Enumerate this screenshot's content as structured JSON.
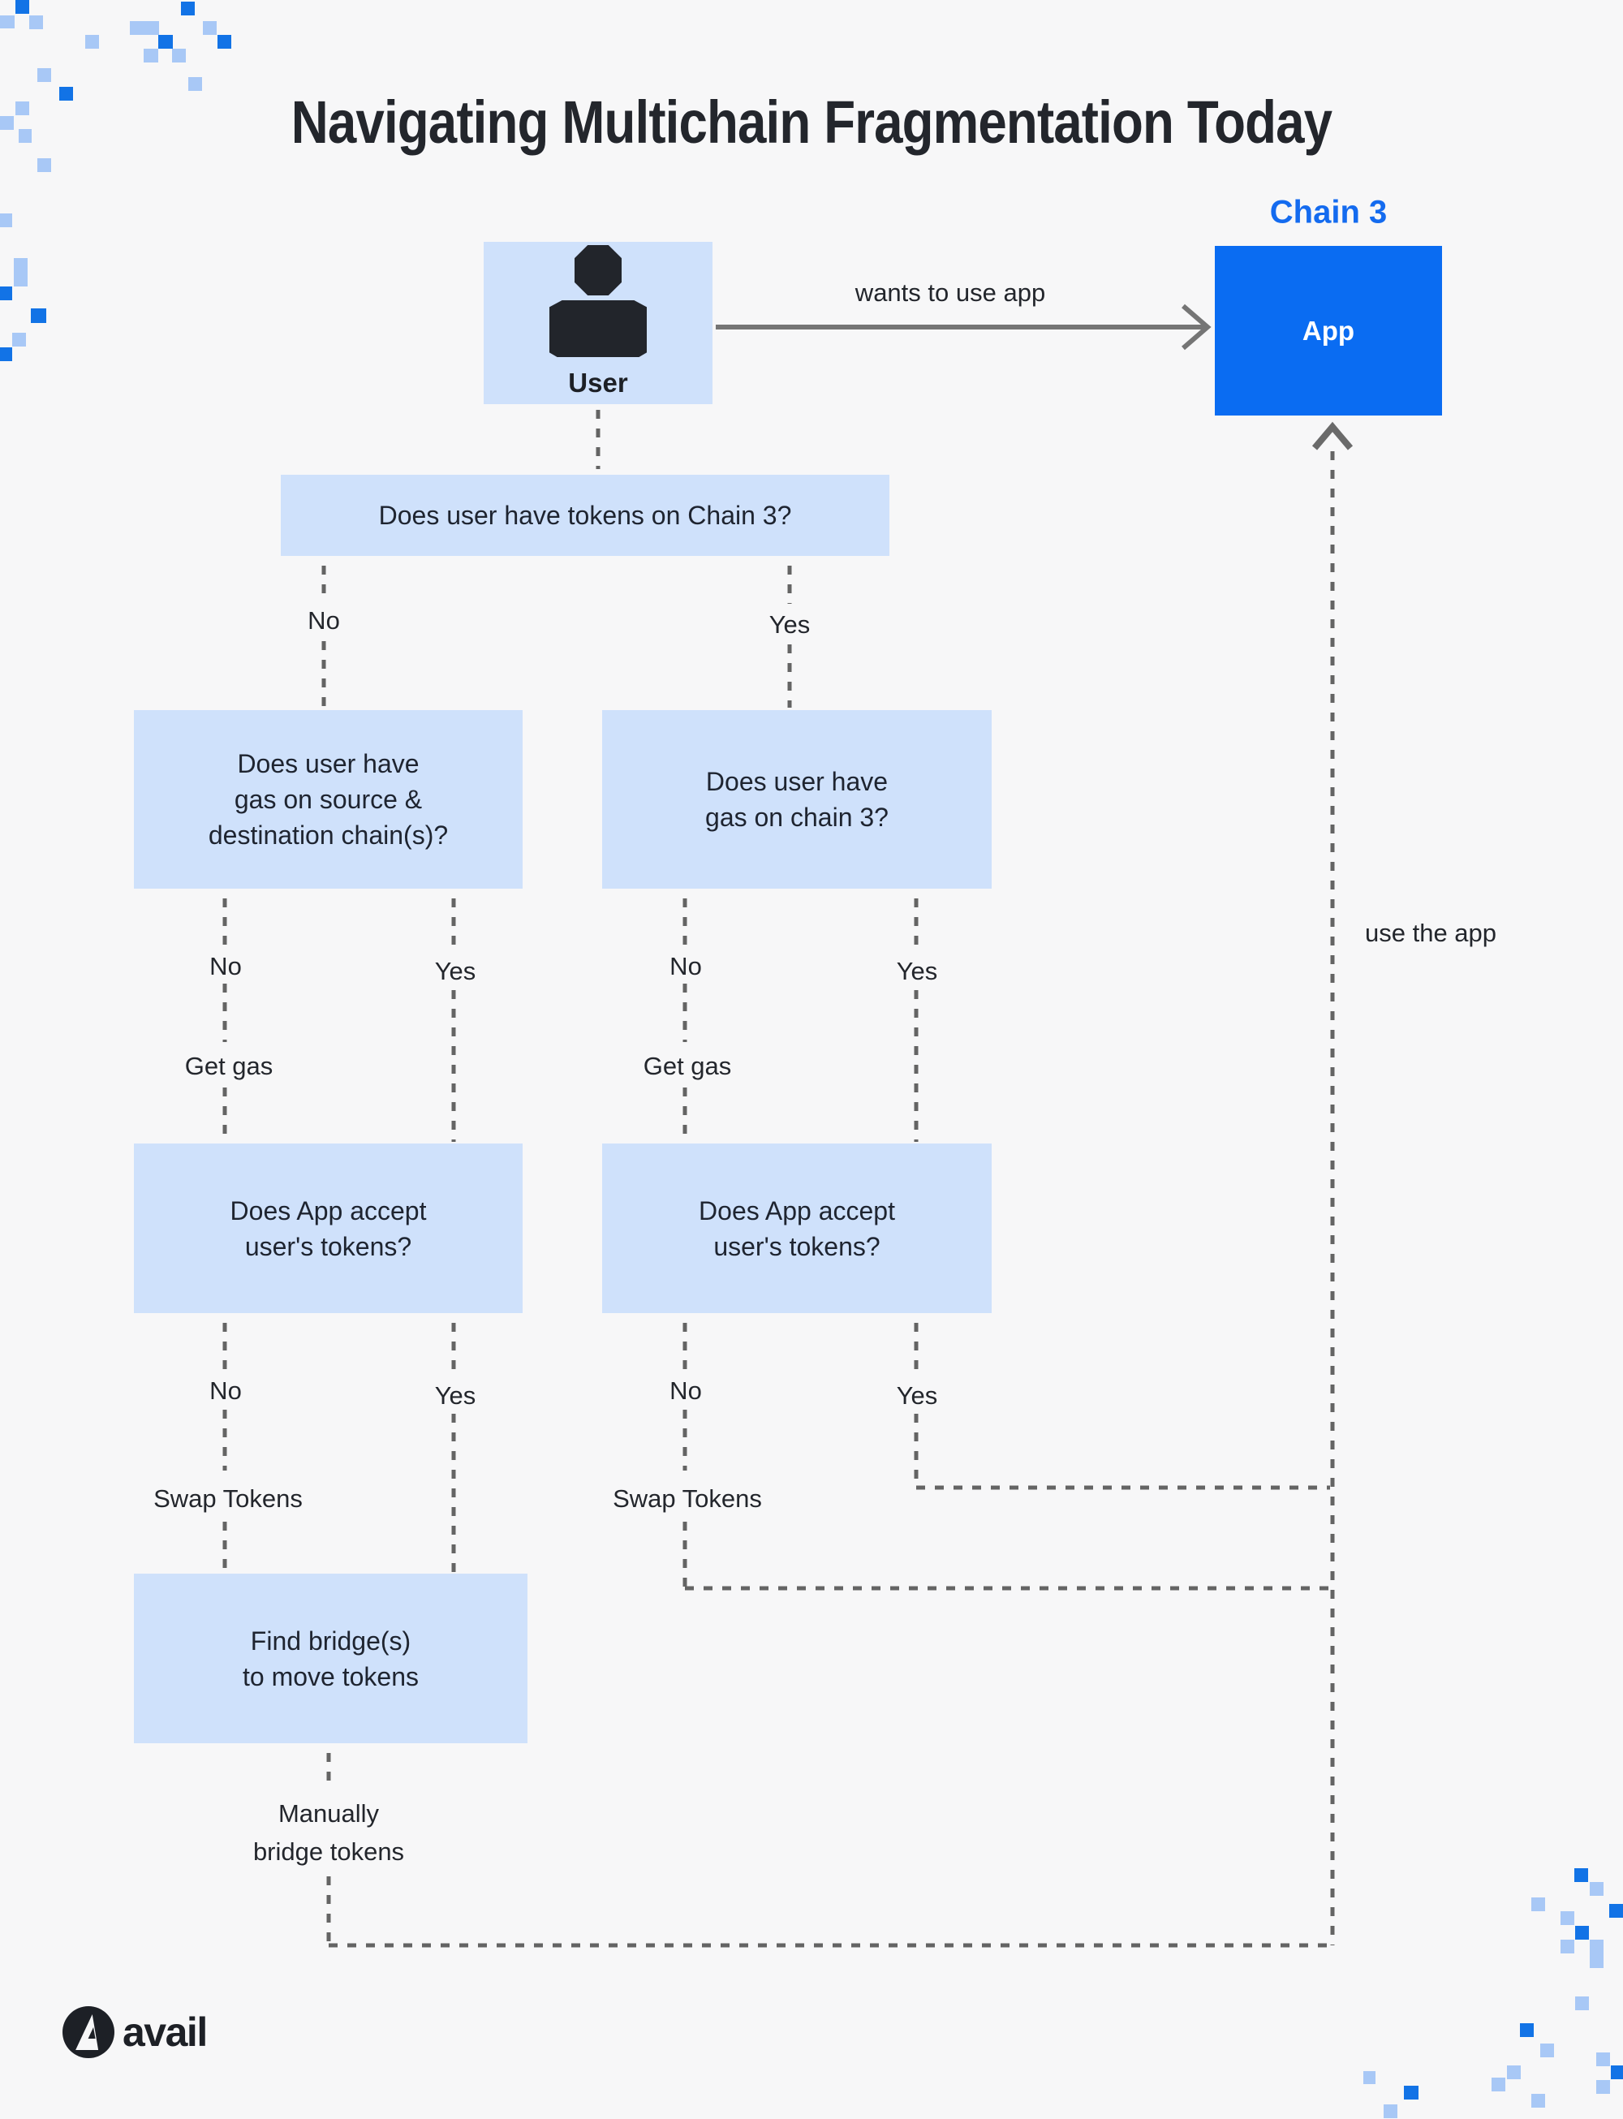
{
  "title": "Navigating Multichain Fragmentation Today",
  "chain3_label": "Chain 3",
  "nodes": {
    "user": {
      "label": "User"
    },
    "app": {
      "label": "App"
    },
    "q_tokens": {
      "text": "Does user have tokens on Chain 3?"
    },
    "q_gas_source": {
      "lines": [
        "Does user have",
        "gas on source &",
        "destination chain(s)?"
      ]
    },
    "q_gas_chain3": {
      "lines": [
        "Does user have",
        "gas on chain 3?"
      ]
    },
    "q_accept": {
      "lines": [
        "Does App accept",
        "user's tokens?"
      ]
    },
    "find_bridge": {
      "lines": [
        "Find bridge(s)",
        "to move tokens"
      ]
    }
  },
  "labels": {
    "no": "No",
    "yes": "Yes",
    "get_gas": "Get gas",
    "swap_tokens": "Swap Tokens",
    "manually_line1": "Manually",
    "manually_line2": "bridge tokens",
    "wants_to_use_app": "wants to use app",
    "use_the_app": "use the app"
  },
  "logo": {
    "wordmark": "avail"
  },
  "colors": {
    "accent_blue": "#0A6CF2",
    "node_fill": "#CFE1FB",
    "label_blue": "#146BEF",
    "line_gray": "#646464",
    "arrow_gray": "#757575",
    "pixel_light": "#A8C8F6",
    "pixel_dark": "#1273E6",
    "background": "#F7F7F8",
    "text_dark": "#23262C"
  },
  "decor": {
    "pixels": [
      [
        19,
        0,
        17,
        17,
        "d"
      ],
      [
        0,
        19,
        18,
        16,
        "l"
      ],
      [
        36,
        19,
        17,
        17,
        "l"
      ],
      [
        223,
        2,
        17,
        17,
        "d"
      ],
      [
        160,
        26,
        36,
        17,
        "l"
      ],
      [
        250,
        26,
        17,
        17,
        "l"
      ],
      [
        105,
        43,
        17,
        17,
        "l"
      ],
      [
        195,
        43,
        18,
        17,
        "d"
      ],
      [
        268,
        43,
        17,
        17,
        "d"
      ],
      [
        177,
        60,
        18,
        17,
        "l"
      ],
      [
        212,
        60,
        17,
        17,
        "l"
      ],
      [
        46,
        84,
        17,
        17,
        "l"
      ],
      [
        232,
        95,
        17,
        17,
        "l"
      ],
      [
        73,
        107,
        17,
        17,
        "d"
      ],
      [
        19,
        125,
        17,
        17,
        "l"
      ],
      [
        0,
        143,
        17,
        17,
        "l"
      ],
      [
        23,
        159,
        16,
        17,
        "l"
      ],
      [
        46,
        195,
        17,
        17,
        "l"
      ],
      [
        0,
        263,
        15,
        17,
        "l"
      ],
      [
        17,
        318,
        17,
        35,
        "l"
      ],
      [
        0,
        353,
        15,
        17,
        "d"
      ],
      [
        38,
        380,
        19,
        18,
        "d"
      ],
      [
        15,
        410,
        17,
        17,
        "l"
      ],
      [
        0,
        428,
        15,
        17,
        "d"
      ],
      [
        1940,
        2302,
        17,
        17,
        "d"
      ],
      [
        1959,
        2319,
        17,
        17,
        "l"
      ],
      [
        1887,
        2338,
        17,
        17,
        "l"
      ],
      [
        1983,
        2346,
        17,
        17,
        "d"
      ],
      [
        1923,
        2355,
        17,
        17,
        "l"
      ],
      [
        1941,
        2373,
        17,
        17,
        "d"
      ],
      [
        1923,
        2390,
        17,
        17,
        "l"
      ],
      [
        1959,
        2390,
        17,
        35,
        "l"
      ],
      [
        1941,
        2460,
        17,
        17,
        "l"
      ],
      [
        1873,
        2493,
        17,
        17,
        "d"
      ],
      [
        1898,
        2518,
        17,
        17,
        "l"
      ],
      [
        1967,
        2529,
        17,
        17,
        "l"
      ],
      [
        1985,
        2545,
        15,
        17,
        "d"
      ],
      [
        1857,
        2545,
        17,
        17,
        "l"
      ],
      [
        1838,
        2560,
        17,
        17,
        "l"
      ],
      [
        1967,
        2563,
        17,
        17,
        "l"
      ],
      [
        1730,
        2570,
        18,
        17,
        "d"
      ],
      [
        1680,
        2552,
        15,
        16,
        "l"
      ],
      [
        1705,
        2593,
        17,
        17,
        "l"
      ],
      [
        1887,
        2580,
        17,
        17,
        "l"
      ]
    ]
  }
}
